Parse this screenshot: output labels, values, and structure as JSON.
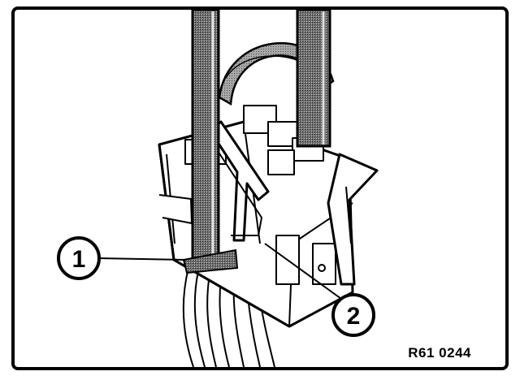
{
  "callouts": [
    {
      "label": "1"
    },
    {
      "label": "2"
    }
  ],
  "reference_code": "R61 0244"
}
